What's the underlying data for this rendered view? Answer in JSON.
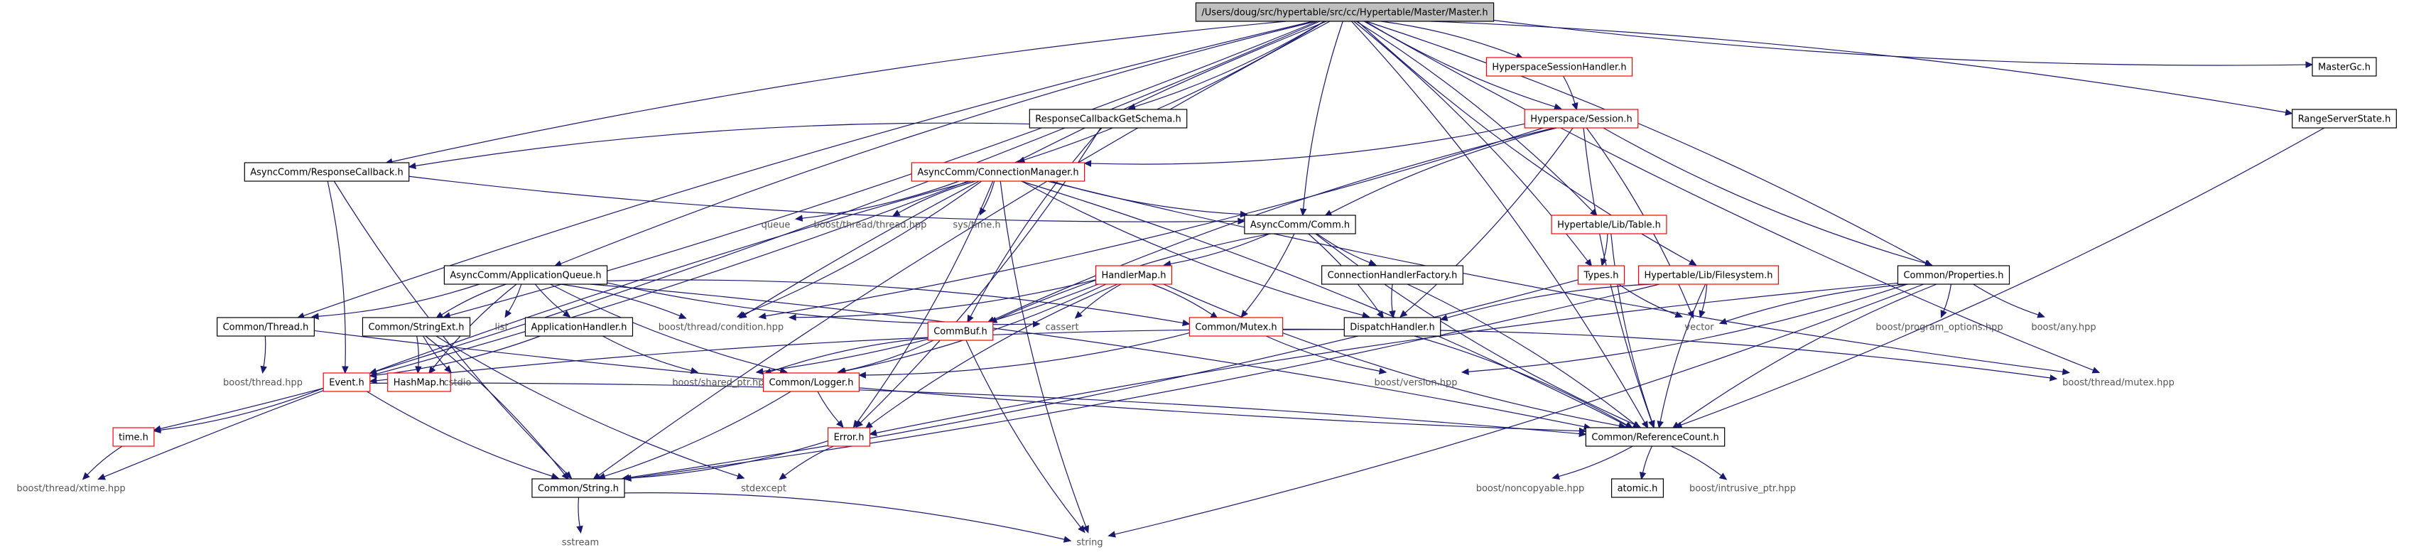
{
  "graph": {
    "root": "/Users/doug/src/hypertable/src/cc/Hypertable/Master/Master.h",
    "nodes": [
      {
        "id": "master",
        "label": "/Users/doug/src/hypertable/src/cc/Hypertable/Master/Master.h",
        "style": "root"
      },
      {
        "id": "hsh",
        "label": "HyperspaceSessionHandler.h",
        "style": "red"
      },
      {
        "id": "mastergc",
        "label": "MasterGc.h",
        "style": "black"
      },
      {
        "id": "rcgs",
        "label": "ResponseCallbackGetSchema.h",
        "style": "black"
      },
      {
        "id": "hsession",
        "label": "Hyperspace/Session.h",
        "style": "red"
      },
      {
        "id": "rss",
        "label": "RangeServerState.h",
        "style": "black"
      },
      {
        "id": "acrcb",
        "label": "AsyncComm/ResponseCallback.h",
        "style": "black"
      },
      {
        "id": "acconn",
        "label": "AsyncComm/ConnectionManager.h",
        "style": "red"
      },
      {
        "id": "queue",
        "label": "queue",
        "style": "plain"
      },
      {
        "id": "bthread",
        "label": "boost/thread/thread.hpp",
        "style": "plain"
      },
      {
        "id": "systime",
        "label": "sys/time.h",
        "style": "plain"
      },
      {
        "id": "accomm",
        "label": "AsyncComm/Comm.h",
        "style": "black"
      },
      {
        "id": "httable",
        "label": "Hypertable/Lib/Table.h",
        "style": "red"
      },
      {
        "id": "acappq",
        "label": "AsyncComm/ApplicationQueue.h",
        "style": "black"
      },
      {
        "id": "handlermap",
        "label": "HandlerMap.h",
        "style": "red"
      },
      {
        "id": "chf",
        "label": "ConnectionHandlerFactory.h",
        "style": "black"
      },
      {
        "id": "types",
        "label": "Types.h",
        "style": "red"
      },
      {
        "id": "htfs",
        "label": "Hypertable/Lib/Filesystem.h",
        "style": "red"
      },
      {
        "id": "cprops",
        "label": "Common/Properties.h",
        "style": "black"
      },
      {
        "id": "cthread",
        "label": "Common/Thread.h",
        "style": "black"
      },
      {
        "id": "cstrext",
        "label": "Common/StringExt.h",
        "style": "black"
      },
      {
        "id": "list",
        "label": "list",
        "style": "plain"
      },
      {
        "id": "apphandler",
        "label": "ApplicationHandler.h",
        "style": "black"
      },
      {
        "id": "bcond",
        "label": "boost/thread/condition.hpp",
        "style": "plain"
      },
      {
        "id": "cassert",
        "label": "cassert",
        "style": "plain"
      },
      {
        "id": "cmutex",
        "label": "Common/Mutex.h",
        "style": "red"
      },
      {
        "id": "dispatch",
        "label": "DispatchHandler.h",
        "style": "black"
      },
      {
        "id": "vector",
        "label": "vector",
        "style": "plain"
      },
      {
        "id": "bpo",
        "label": "boost/program_options.hpp",
        "style": "plain"
      },
      {
        "id": "bany",
        "label": "boost/any.hpp",
        "style": "plain"
      },
      {
        "id": "commbuf",
        "label": "CommBuf.h",
        "style": "red"
      },
      {
        "id": "bthreadhpp",
        "label": "boost/thread.hpp",
        "style": "plain"
      },
      {
        "id": "event",
        "label": "Event.h",
        "style": "red"
      },
      {
        "id": "hashmap",
        "label": "HashMap.h",
        "style": "red"
      },
      {
        "id": "cstdio",
        "label": "cstdio",
        "style": "plain"
      },
      {
        "id": "bshared",
        "label": "boost/shared_ptr.hpp",
        "style": "plain"
      },
      {
        "id": "clogger",
        "label": "Common/Logger.h",
        "style": "red"
      },
      {
        "id": "bversion",
        "label": "boost/version.hpp",
        "style": "plain"
      },
      {
        "id": "bmutex",
        "label": "boost/thread/mutex.hpp",
        "style": "plain"
      },
      {
        "id": "timeh",
        "label": "time.h",
        "style": "red"
      },
      {
        "id": "error",
        "label": "Error.h",
        "style": "red"
      },
      {
        "id": "crefcount",
        "label": "Common/ReferenceCount.h",
        "style": "black"
      },
      {
        "id": "bxtime",
        "label": "boost/thread/xtime.hpp",
        "style": "plain"
      },
      {
        "id": "cstring",
        "label": "Common/String.h",
        "style": "black"
      },
      {
        "id": "stdexcept",
        "label": "stdexcept",
        "style": "plain"
      },
      {
        "id": "bnoncopy",
        "label": "boost/noncopyable.hpp",
        "style": "plain"
      },
      {
        "id": "atomic",
        "label": "atomic.h",
        "style": "black"
      },
      {
        "id": "bintrusive",
        "label": "boost/intrusive_ptr.hpp",
        "style": "plain"
      },
      {
        "id": "sstream",
        "label": "sstream",
        "style": "plain"
      },
      {
        "id": "string",
        "label": "string",
        "style": "plain"
      }
    ],
    "edges": [
      [
        "master",
        "hsh"
      ],
      [
        "master",
        "mastergc"
      ],
      [
        "master",
        "rcgs"
      ],
      [
        "master",
        "hsession"
      ],
      [
        "master",
        "rss"
      ],
      [
        "master",
        "acrcb"
      ],
      [
        "master",
        "acconn"
      ],
      [
        "master",
        "accomm"
      ],
      [
        "master",
        "httable"
      ],
      [
        "master",
        "acappq"
      ],
      [
        "master",
        "types"
      ],
      [
        "master",
        "htfs"
      ],
      [
        "master",
        "cprops"
      ],
      [
        "master",
        "cthread"
      ],
      [
        "master",
        "cstrext"
      ],
      [
        "master",
        "bcond"
      ],
      [
        "master",
        "event"
      ],
      [
        "master",
        "cstring"
      ],
      [
        "master",
        "crefcount"
      ],
      [
        "master",
        "bmutex"
      ],
      [
        "hsh",
        "hsession"
      ],
      [
        "rcgs",
        "acrcb"
      ],
      [
        "rcgs",
        "error"
      ],
      [
        "rcgs",
        "commbuf"
      ],
      [
        "hsession",
        "acconn"
      ],
      [
        "hsession",
        "accomm"
      ],
      [
        "hsession",
        "dispatch"
      ],
      [
        "hsession",
        "cprops"
      ],
      [
        "hsession",
        "vector"
      ],
      [
        "hsession",
        "crefcount"
      ],
      [
        "hsession",
        "bcond"
      ],
      [
        "hsession",
        "commbuf"
      ],
      [
        "rss",
        "crefcount"
      ],
      [
        "acrcb",
        "accomm"
      ],
      [
        "acrcb",
        "event"
      ],
      [
        "acrcb",
        "cstring"
      ],
      [
        "acconn",
        "queue"
      ],
      [
        "acconn",
        "bthread"
      ],
      [
        "acconn",
        "systime"
      ],
      [
        "acconn",
        "accomm"
      ],
      [
        "acconn",
        "bcond"
      ],
      [
        "acconn",
        "dispatch"
      ],
      [
        "acconn",
        "crefcount"
      ],
      [
        "acconn",
        "string"
      ],
      [
        "acconn",
        "timeh"
      ],
      [
        "acconn",
        "bxtime"
      ],
      [
        "acconn",
        "error"
      ],
      [
        "acconn",
        "bmutex"
      ],
      [
        "accomm",
        "handlermap"
      ],
      [
        "accomm",
        "chf"
      ],
      [
        "accomm",
        "dispatch"
      ],
      [
        "accomm",
        "commbuf"
      ],
      [
        "accomm",
        "cmutex"
      ],
      [
        "accomm",
        "crefcount"
      ],
      [
        "httable",
        "types"
      ],
      [
        "httable",
        "crefcount"
      ],
      [
        "acappq",
        "cthread"
      ],
      [
        "acappq",
        "cstrext"
      ],
      [
        "acappq",
        "list"
      ],
      [
        "acappq",
        "apphandler"
      ],
      [
        "acappq",
        "bcond"
      ],
      [
        "acappq",
        "cassert"
      ],
      [
        "acappq",
        "cmutex"
      ],
      [
        "acappq",
        "clogger"
      ],
      [
        "acappq",
        "crefcount"
      ],
      [
        "acappq",
        "hashmap"
      ],
      [
        "handlermap",
        "bcond"
      ],
      [
        "handlermap",
        "cassert"
      ],
      [
        "handlermap",
        "cmutex"
      ],
      [
        "handlermap",
        "error"
      ],
      [
        "handlermap",
        "bshared"
      ],
      [
        "handlermap",
        "crefcount"
      ],
      [
        "handlermap",
        "clogger"
      ],
      [
        "chf",
        "dispatch"
      ],
      [
        "chf",
        "crefcount"
      ],
      [
        "types",
        "vector"
      ],
      [
        "types",
        "cstring"
      ],
      [
        "htfs",
        "dispatch"
      ],
      [
        "htfs",
        "vector"
      ],
      [
        "htfs",
        "crefcount"
      ],
      [
        "htfs",
        "cstring"
      ],
      [
        "cprops",
        "vector"
      ],
      [
        "cprops",
        "bpo"
      ],
      [
        "cprops",
        "bany"
      ],
      [
        "cprops",
        "bversion"
      ],
      [
        "cprops",
        "crefcount"
      ],
      [
        "cprops",
        "string"
      ],
      [
        "cprops",
        "error"
      ],
      [
        "cthread",
        "bthreadhpp"
      ],
      [
        "cthread",
        "crefcount"
      ],
      [
        "cstrext",
        "hashmap"
      ],
      [
        "cstrext",
        "cstdio"
      ],
      [
        "cstrext",
        "cstring"
      ],
      [
        "cstrext",
        "stdexcept"
      ],
      [
        "apphandler",
        "event"
      ],
      [
        "apphandler",
        "bshared"
      ],
      [
        "cmutex",
        "bmutex"
      ],
      [
        "cmutex",
        "bversion"
      ],
      [
        "cmutex",
        "clogger"
      ],
      [
        "dispatch",
        "event"
      ],
      [
        "dispatch",
        "crefcount"
      ],
      [
        "commbuf",
        "bshared"
      ],
      [
        "commbuf",
        "clogger"
      ],
      [
        "commbuf",
        "string"
      ],
      [
        "event",
        "timeh"
      ],
      [
        "event",
        "cstring"
      ],
      [
        "event",
        "crefcount"
      ],
      [
        "clogger",
        "error"
      ],
      [
        "clogger",
        "cstring"
      ],
      [
        "timeh",
        "bxtime"
      ],
      [
        "error",
        "cstring"
      ],
      [
        "error",
        "stdexcept"
      ],
      [
        "crefcount",
        "bnoncopy"
      ],
      [
        "crefcount",
        "atomic"
      ],
      [
        "crefcount",
        "bintrusive"
      ],
      [
        "cstring",
        "sstream"
      ],
      [
        "cstring",
        "string"
      ]
    ]
  }
}
